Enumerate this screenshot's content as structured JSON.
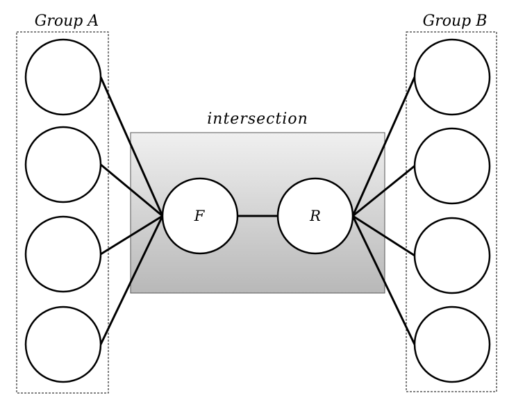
{
  "diagram": {
    "group_a": {
      "label": "Group A",
      "members": [
        "",
        "",
        "",
        ""
      ]
    },
    "group_b": {
      "label": "Group B",
      "members": [
        "",
        "",
        "",
        ""
      ]
    },
    "intersection": {
      "label": "intersection",
      "nodes": [
        {
          "id": "F",
          "label": "F"
        },
        {
          "id": "R",
          "label": "R"
        }
      ]
    },
    "edges": [
      {
        "from": "group_a.0",
        "to": "F"
      },
      {
        "from": "group_a.1",
        "to": "F"
      },
      {
        "from": "group_a.2",
        "to": "F"
      },
      {
        "from": "group_a.3",
        "to": "F"
      },
      {
        "from": "F",
        "to": "R"
      },
      {
        "from": "R",
        "to": "group_b.0"
      },
      {
        "from": "R",
        "to": "group_b.1"
      },
      {
        "from": "R",
        "to": "group_b.2"
      },
      {
        "from": "R",
        "to": "group_b.3"
      }
    ],
    "colors": {
      "intersection_fill_top": "#f0f0f0",
      "intersection_fill_bottom": "#b8b8b8",
      "stroke": "#000000"
    }
  }
}
